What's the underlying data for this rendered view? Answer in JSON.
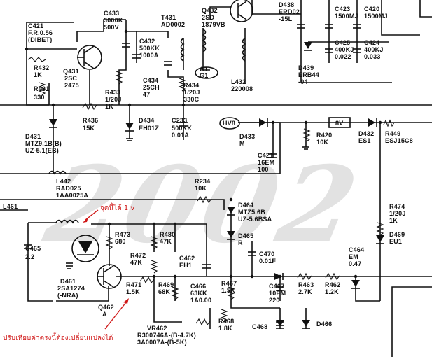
{
  "labels": {
    "c421": "C421",
    "c421_val": "F.R.0.56",
    "c421_note": "(DIBET)",
    "r432": "R432",
    "r432_val": "1K",
    "r431": "R431",
    "r431_val": "330",
    "q431": "Q431",
    "q431_part": "2SC",
    "q431_part2": "2475",
    "c433": "C433",
    "c433_v1": "3000K",
    "c433_v2": "500V",
    "t431": "T431",
    "t431_val": "AD0002",
    "q432": "Q432",
    "q432_part": "2SD",
    "q432_part2": "1879VB",
    "c432": "C432",
    "c432_v1": "500KK",
    "c432_v2": "1000A",
    "r433": "R433",
    "r433_val": "1/20J",
    "r433_v2": "1K",
    "c434": "C434",
    "c434_val": "25CH",
    "c434_v2": "47",
    "r434": "R434",
    "r434_val": "1/20J",
    "r434_v2": "330C",
    "l432": "L432",
    "l432_val": "220008",
    "d438": "D438",
    "d438_val": "ERD02",
    "d438_v2": "-15L",
    "c423": "C423",
    "c423_val": "1500MJ",
    "c420": "C420",
    "c420_val": "1500MJ",
    "c425": "C425",
    "c425_val": "400KJ",
    "c424": "C424",
    "c424_val": "400KJ",
    "c425_v2": "0.022",
    "c424_v2": "0.033",
    "d439": "D439",
    "d439_val": "ERB44",
    "d439_v2": "-04",
    "r436": "R436",
    "r436_val": "15K",
    "d434": "D434",
    "d434_val": "EH01Z",
    "c233": "C233",
    "c233_val": "500KK",
    "c233_v2": "0.01A",
    "d433": "D433",
    "d433_val": "M",
    "c421b": "C421",
    "c421b_val": "16EM",
    "c421b_v2": "100",
    "r420": "R420",
    "r420_val": "10K",
    "d432": "D432",
    "d432_val": "ES1",
    "r449": "R449",
    "r449_val": "ESJ15C8",
    "d431": "D431",
    "d431_val": "MTZ9.1B(B)",
    "d431_v2": "UZ-5.1(EB)",
    "l442": "L442",
    "l442_val": "RAD025",
    "l442_v2": "1AA0025A",
    "r234": "R234",
    "r234_val": "10K",
    "l461": "L461",
    "d464": "D464",
    "d464_val": "MTZ5.6B",
    "d464_v2": "UZ-5.6BSA",
    "r474": "R474",
    "r474_val": "1/20J",
    "r474_v2": "1K",
    "r473": "R473",
    "r473_val": "680",
    "r480": "R480",
    "r480_val": "47K",
    "d465": "D465",
    "d465_val": "R",
    "d469": "D469",
    "d469_val": "EU1",
    "c465": "C465",
    "c465_val": "2.2",
    "r472": "R472",
    "r472_val": "47K",
    "c462": "C462",
    "c462_val": "EH1",
    "c470": "C470",
    "c470_val": "0.01F",
    "c464": "C464",
    "c464_val": "EM",
    "c464_v2": "0.47",
    "d461": "D461",
    "d461_val": "2SA1274",
    "d461_v2": "(-NRA)",
    "q462": "Q462",
    "q462_val": "A",
    "r471": "R471",
    "r471_val": "1.5K",
    "r469": "R469",
    "r469_val": "68K",
    "c466": "C466",
    "c466_val": "63KK",
    "c466_v2": "1A0.00",
    "r467": "R467",
    "r467_val": "1.5K",
    "c467": "C467",
    "c467_val": "10EM",
    "c467_v2": "220",
    "r463": "R463",
    "r463_val": "2.7K",
    "r462": "R462",
    "r462_val": "1.2K",
    "r468": "R468",
    "r468_val": "1.8K",
    "c468": "C468",
    "d466": "D466",
    "vr462": "VR462",
    "vr462_val": "R300746A-(B-4.7K)",
    "vr462_v2": "3A0007A-(B-5K)",
    "badge_a1": "A1",
    "badge_g1": "G1",
    "badge_b8": "HV8",
    "box_8v": "8V"
  },
  "annotations": {
    "note_top": "จุดนี้ได้ 1 v",
    "note_bottom": "ปรับเทียบค่าตรงนี้ต้องเปลี่ยนแปลงได้"
  },
  "watermark": "2002"
}
